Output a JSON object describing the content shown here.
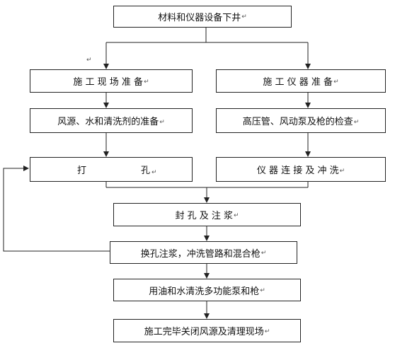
{
  "flow": {
    "step_descend": "材料和仪器设备下井",
    "step_site_prep": "施 工 现 场 准 备",
    "step_instrument_prep": "施 工 仪 器 准 备",
    "step_power_water": "风源、水和清洗剂的准备",
    "step_hose_check": "高压管、风动泵及枪的检查",
    "step_drill": "打",
    "step_drill_hole": "孔",
    "step_connect_flush": "仪 器 连 接 及 冲 洗",
    "step_seal_grout": "封 孔 及 注 浆",
    "step_change_hole": "换孔注浆，冲洗管路和混合枪",
    "step_clean_pump": "用油和水清洗多功能泵和枪",
    "step_finish": "施工完毕关闭风源及清理现场",
    "return_mark": "↵"
  },
  "colors": {
    "line": "#222222",
    "box_border": "#222222",
    "background": "#ffffff"
  }
}
